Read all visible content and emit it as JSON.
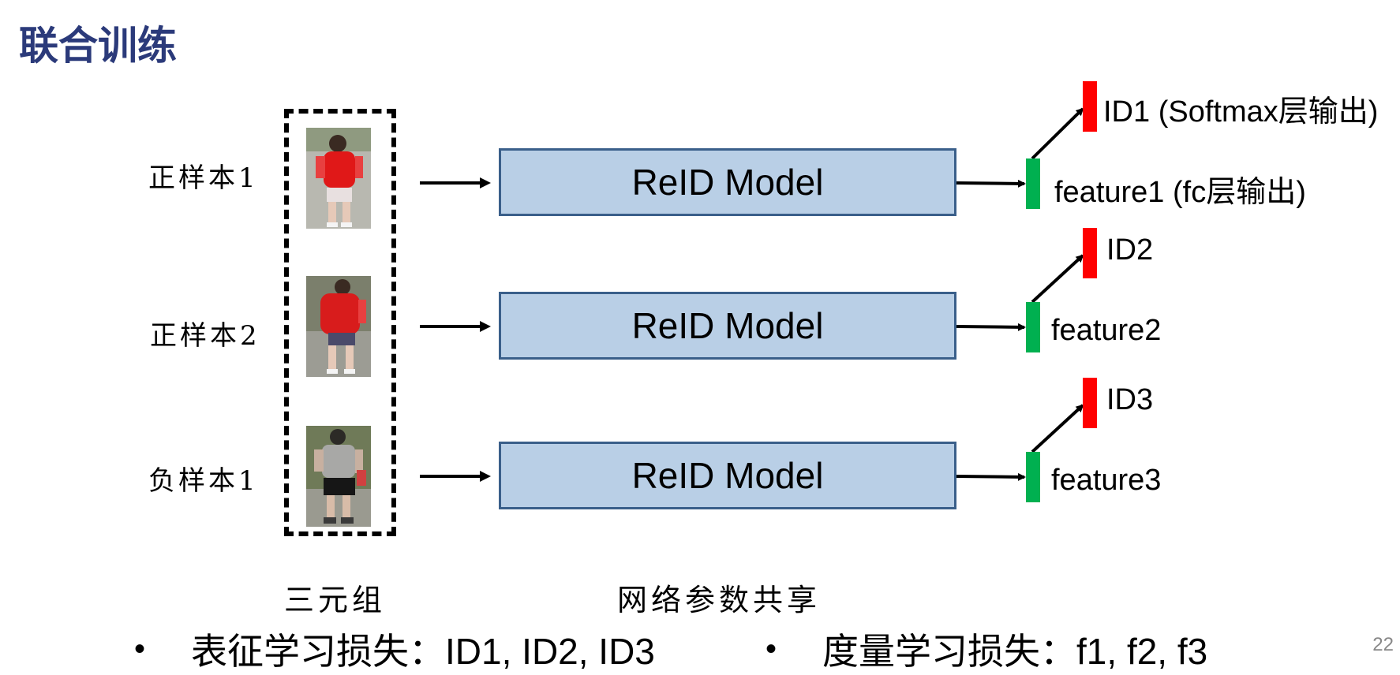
{
  "title": "联合训练",
  "rows": [
    {
      "label": "正样本1",
      "model": "ReID Model",
      "feature": "feature1 (fc层输出)",
      "id": "ID1 (Softmax层输出)"
    },
    {
      "label": "正样本2",
      "model": "ReID Model",
      "feature": "feature2",
      "id": "ID2"
    },
    {
      "label": "负样本1",
      "model": "ReID Model",
      "feature": "feature3",
      "id": "ID3"
    }
  ],
  "captions": {
    "triplet": "三元组",
    "shared": "网络参数共享"
  },
  "bullets": [
    {
      "marker": "•",
      "text": "表征学习损失：ID1, ID2, ID3"
    },
    {
      "marker": "•",
      "text": "度量学习损失：f1, f2, f3"
    }
  ],
  "page_number": "22",
  "colors": {
    "title": "#2b3a7a",
    "model_fill": "#b9cfe6",
    "model_border": "#3a5f8a",
    "feature_bar": "#00b050",
    "id_bar": "#ff0000"
  }
}
